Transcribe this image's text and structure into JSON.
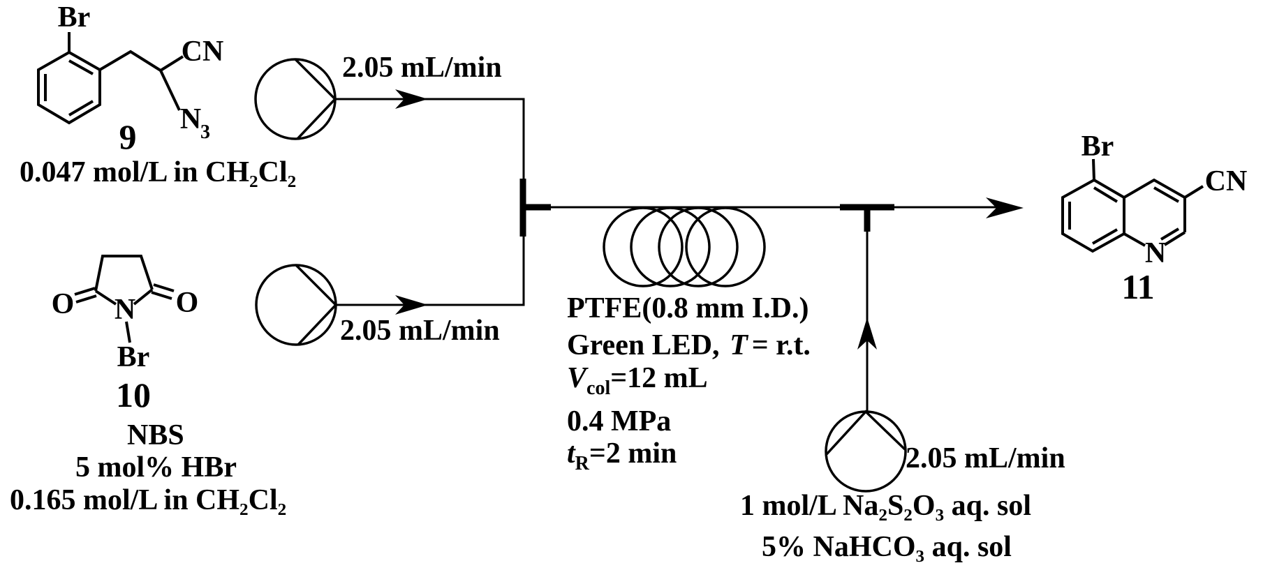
{
  "diagram": {
    "reagent_top": {
      "number": "9",
      "concentration": "0.047 mol/L in CH₂Cl₂",
      "flow_rate": "2.05 mL/min",
      "atoms": {
        "br": "Br",
        "cn": "CN",
        "n": "N",
        "n_sub": "3"
      }
    },
    "reagent_bottom": {
      "number": "10",
      "name": "NBS",
      "catalyst": "5 mol% HBr",
      "concentration": "0.165 mol/L in CH₂Cl₂",
      "flow_rate": "2.05 mL/min",
      "atoms": {
        "o_left": "O",
        "o_right": "O",
        "n": "N",
        "br": "Br"
      }
    },
    "reactor": {
      "tubing": "PTFE(0.8 mm I.D.)",
      "led_prefix": "Green LED,",
      "led_var": "T",
      "led_value": "= r.t.",
      "volume_var": "V",
      "volume_sub": "col",
      "volume_value": "=12 mL",
      "pressure": "0.4 MPa",
      "residence_var": "t",
      "residence_sub": "R",
      "residence_value": "=2 min"
    },
    "quench": {
      "flow_rate": "2.05 mL/min",
      "solution1": "1 mol/L Na₂S₂O₃ aq. sol",
      "solution2": "5% NaHCO₃ aq. sol"
    },
    "product": {
      "number": "11",
      "atoms": {
        "br": "Br",
        "cn": "CN",
        "n": "N"
      }
    }
  }
}
